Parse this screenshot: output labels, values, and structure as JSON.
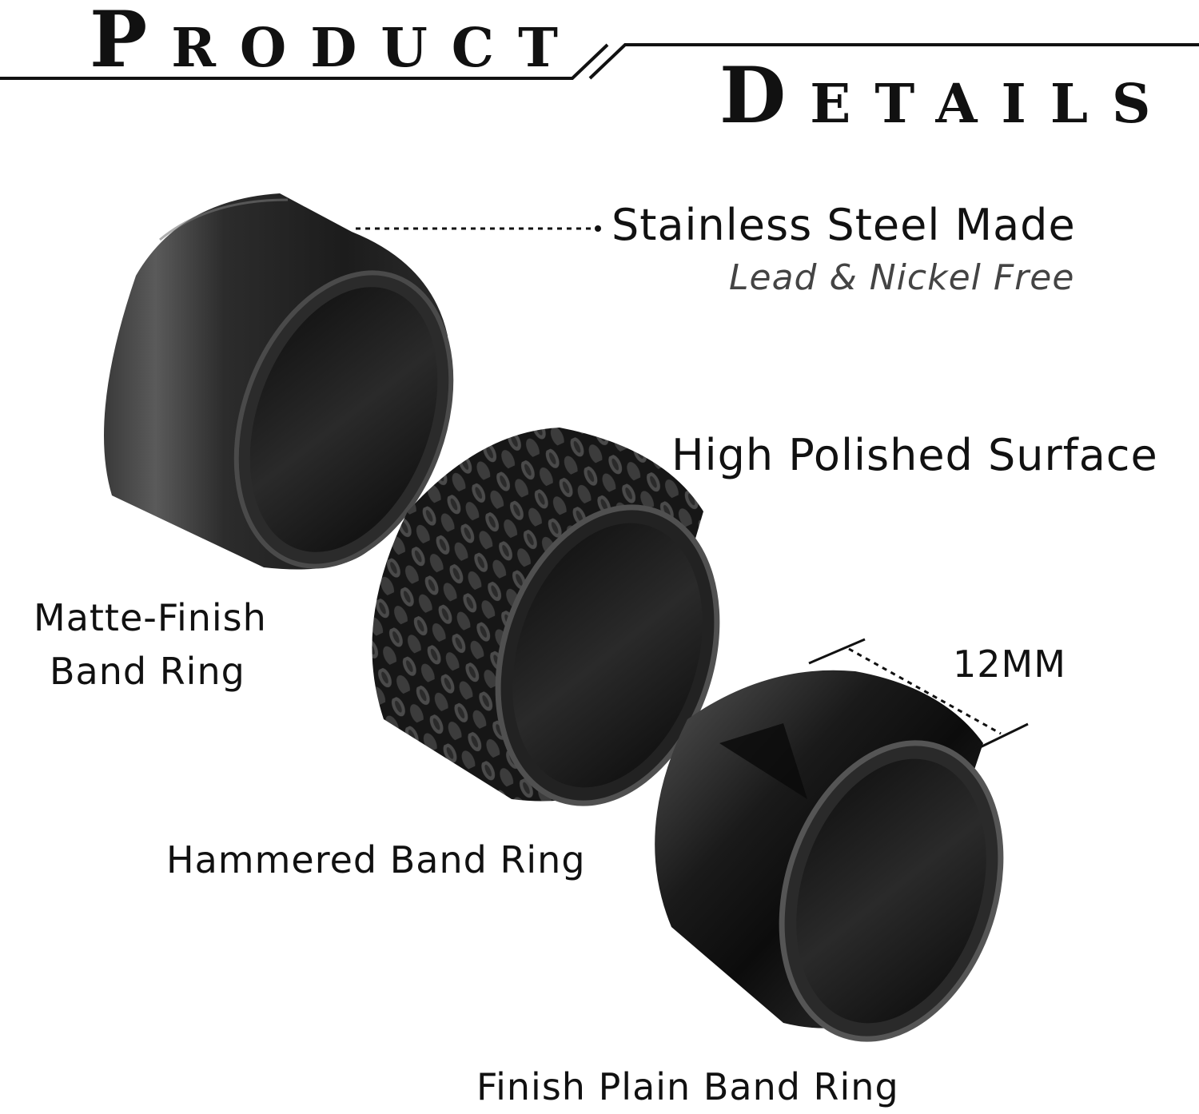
{
  "header": {
    "title_left": "Product",
    "title_right": "Details"
  },
  "features": {
    "material": "Stainless Steel Made",
    "material_note": "Lead & Nickel Free",
    "surface": "High Polished Surface"
  },
  "dimension": {
    "width_label": "12MM"
  },
  "rings": [
    {
      "label_line1": "Matte-Finish",
      "label_line2": "Band Ring",
      "finish": "matte"
    },
    {
      "label": "Hammered Band Ring",
      "finish": "hammered"
    },
    {
      "label": "Finish Plain Band Ring",
      "finish": "polished"
    }
  ],
  "colors": {
    "background": "#ffffff",
    "ring_black": "#1a1a1a",
    "text": "#111111"
  }
}
